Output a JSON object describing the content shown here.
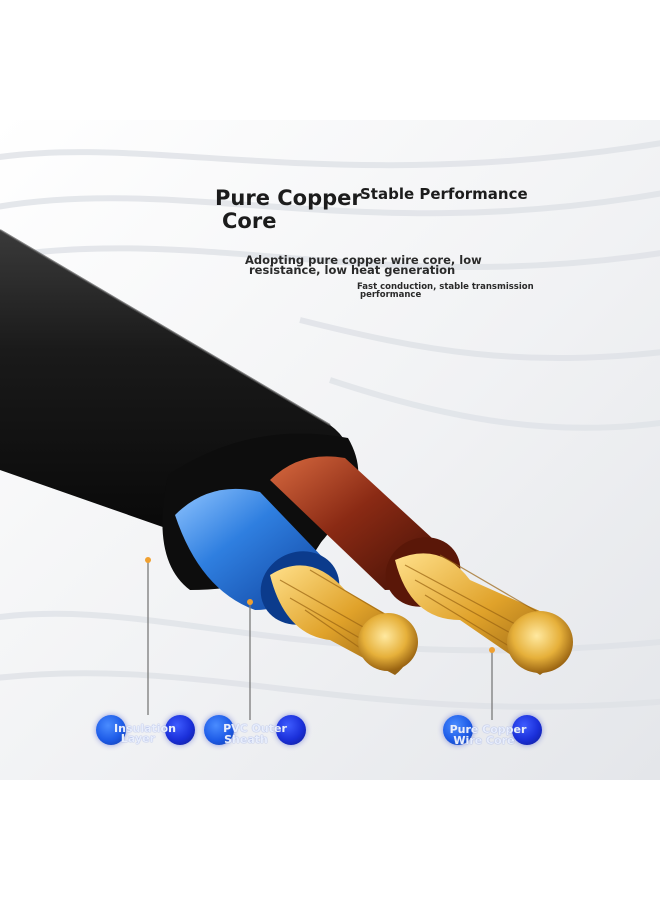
{
  "headline": {
    "title_line1": "Pure Copper",
    "title_line2": "Core",
    "title_right": "Stable Performance",
    "desc_left_line1": "Adopting pure copper wire core, low",
    "desc_left_line2": "resistance, low heat generation",
    "desc_right_line1": "Fast conduction, stable transmission",
    "desc_right_line2": "performance"
  },
  "callouts": [
    {
      "line1": "Insulation",
      "line2": "Layer"
    },
    {
      "line1": "PVC Outer",
      "line2": "Sheath"
    },
    {
      "line1": "Pure Copper",
      "line2": "Wire Core"
    }
  ],
  "colors": {
    "sheath": "#151515",
    "blue_insulation": "#2f7fe0",
    "red_insulation": "#8a2a14",
    "copper": "#e0a22a",
    "leader_dot": "#f0a030",
    "callout_dot": "#1a2fd9"
  }
}
